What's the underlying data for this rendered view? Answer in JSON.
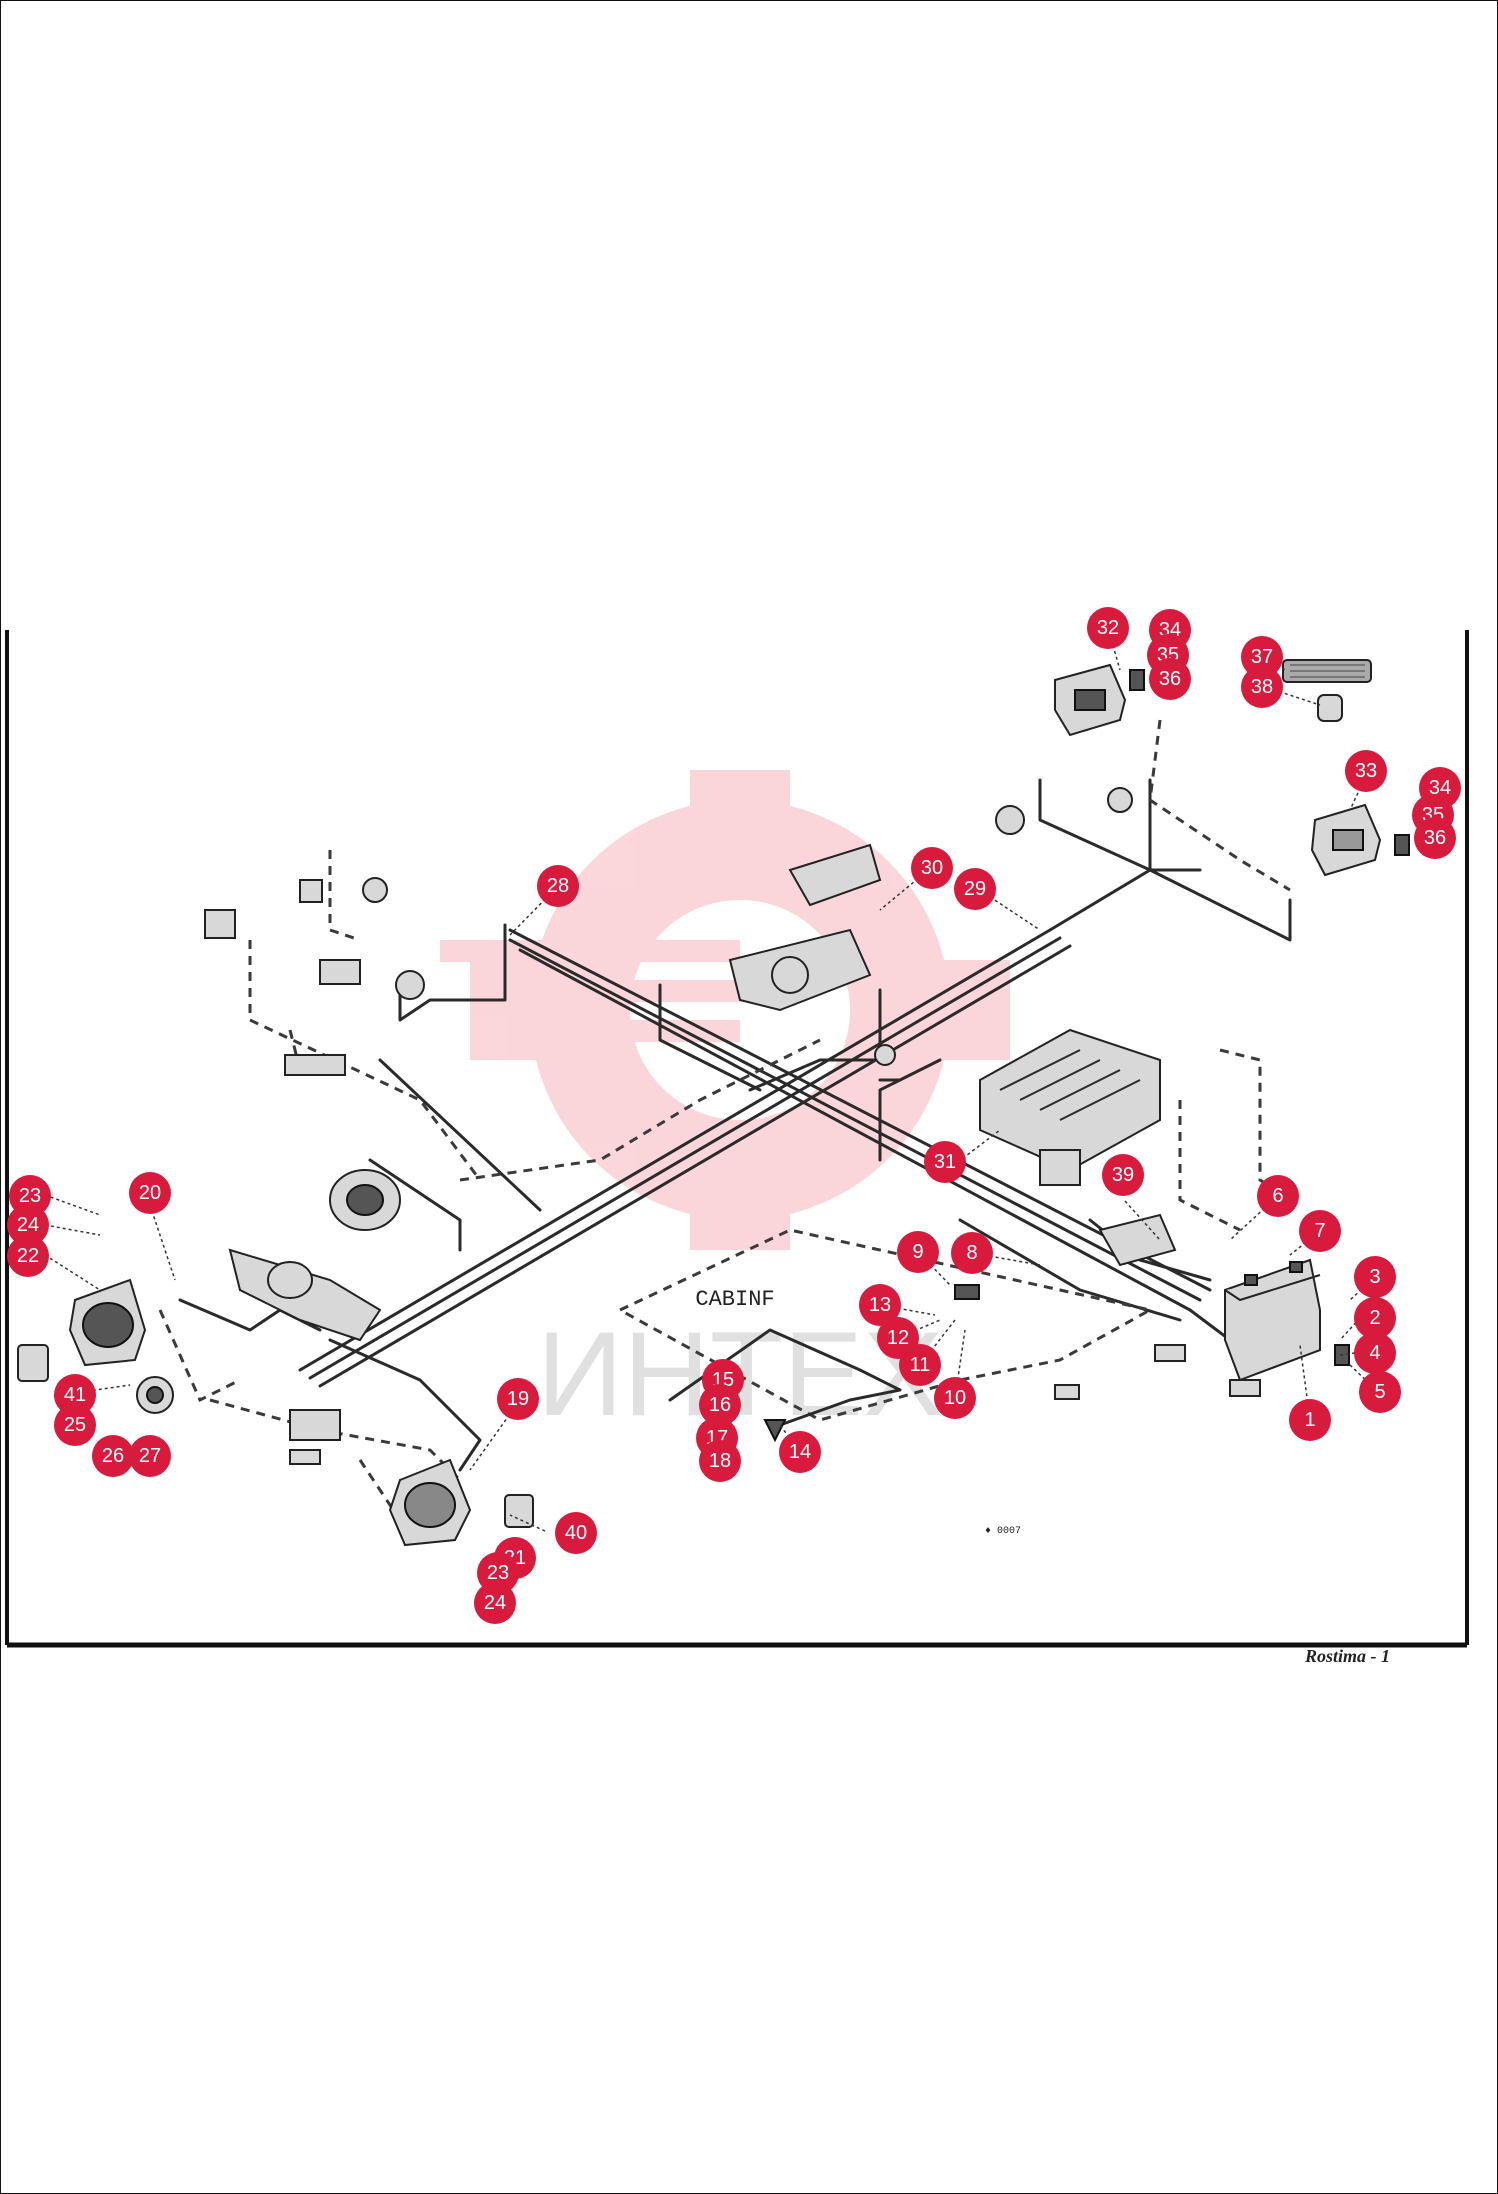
{
  "diagram": {
    "zone_label": "CABINF",
    "page_label": "Rostima - 1",
    "small_code": "♦ 0007",
    "watermark": "ИНТЕХ",
    "accent_color": "#d81b3c",
    "callouts": [
      {
        "n": "1"
      },
      {
        "n": "2"
      },
      {
        "n": "3"
      },
      {
        "n": "4"
      },
      {
        "n": "5"
      },
      {
        "n": "6"
      },
      {
        "n": "7"
      },
      {
        "n": "8"
      },
      {
        "n": "9"
      },
      {
        "n": "10"
      },
      {
        "n": "11"
      },
      {
        "n": "12"
      },
      {
        "n": "13"
      },
      {
        "n": "14"
      },
      {
        "n": "15"
      },
      {
        "n": "16"
      },
      {
        "n": "17"
      },
      {
        "n": "18"
      },
      {
        "n": "19"
      },
      {
        "n": "20"
      },
      {
        "n": "21"
      },
      {
        "n": "22"
      },
      {
        "n": "23"
      },
      {
        "n": "24"
      },
      {
        "n": "23"
      },
      {
        "n": "24"
      },
      {
        "n": "25"
      },
      {
        "n": "26"
      },
      {
        "n": "27"
      },
      {
        "n": "28"
      },
      {
        "n": "29"
      },
      {
        "n": "30"
      },
      {
        "n": "31"
      },
      {
        "n": "32"
      },
      {
        "n": "33"
      },
      {
        "n": "34"
      },
      {
        "n": "35"
      },
      {
        "n": "36"
      },
      {
        "n": "34"
      },
      {
        "n": "35"
      },
      {
        "n": "36"
      },
      {
        "n": "37"
      },
      {
        "n": "38"
      },
      {
        "n": "39"
      },
      {
        "n": "40"
      },
      {
        "n": "41"
      }
    ]
  }
}
